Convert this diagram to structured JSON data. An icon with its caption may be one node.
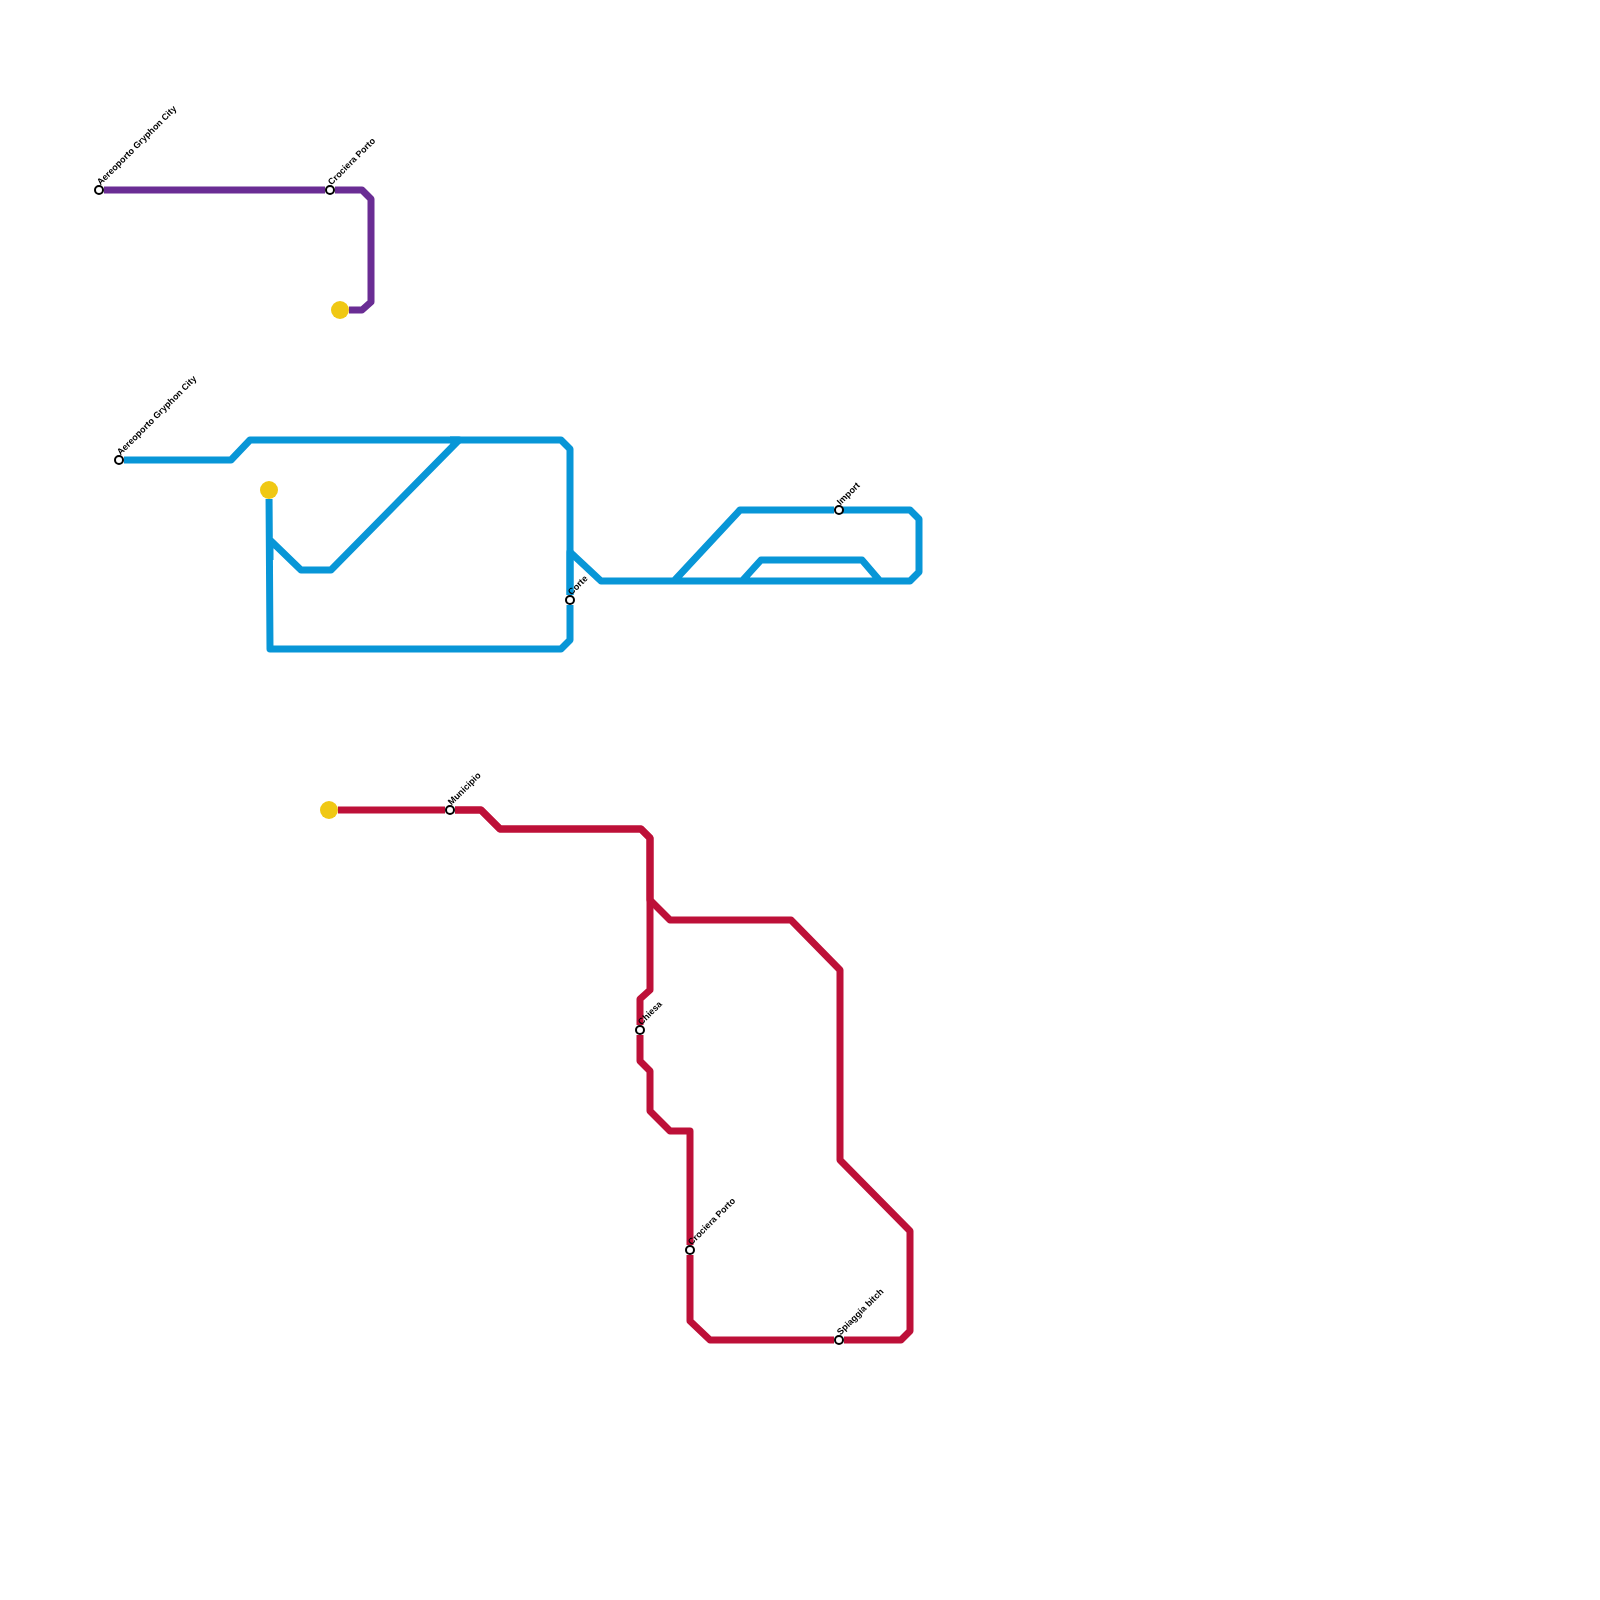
{
  "diagram": {
    "nodes": [
      {
        "text": [
          "Aereoporto Gryphon City"
        ]
      },
      {
        "text": [
          "Crociera Porto"
        ]
      },
      {
        "text": [],
        "shape": "circle"
      },
      {
        "text": [
          "Aereoporto Gryphon City"
        ]
      },
      {
        "text": [],
        "shape": "circle"
      },
      {
        "text": [
          "Corte"
        ]
      },
      {
        "text": [
          "Import"
        ]
      },
      {
        "text": [],
        "shape": "circle"
      },
      {
        "text": [
          "Municipio"
        ]
      },
      {
        "text": [
          "Chiesa"
        ]
      },
      {
        "text": [
          "Crociera Porto"
        ]
      },
      {
        "text": [
          "Spiaggia bitch"
        ]
      }
    ],
    "edges": [
      {
        "from": 0,
        "to": 1,
        "arrow": "none",
        "color": "#6a2d94"
      },
      {
        "from": 1,
        "to": 2,
        "arrow": "none",
        "color": "#6a2d94"
      },
      {
        "from": 3,
        "to": 5,
        "arrow": "none",
        "color": "#0896d7"
      },
      {
        "from": 4,
        "to": 5,
        "arrow": "none",
        "color": "#0896d7"
      },
      {
        "from": 5,
        "to": 6,
        "arrow": "none",
        "color": "#0896d7"
      },
      {
        "from": 7,
        "to": 8,
        "arrow": "none"
      },
      {
        "from": 8,
        "to": 9,
        "arrow": "none"
      },
      {
        "from": 9,
        "to": 10,
        "arrow": "none"
      },
      {
        "from": 10,
        "to": 11,
        "arrow": "none"
      },
      {
        "from": 8,
        "to": 11,
        "arrow": "none"
      }
    ]
  }
}
